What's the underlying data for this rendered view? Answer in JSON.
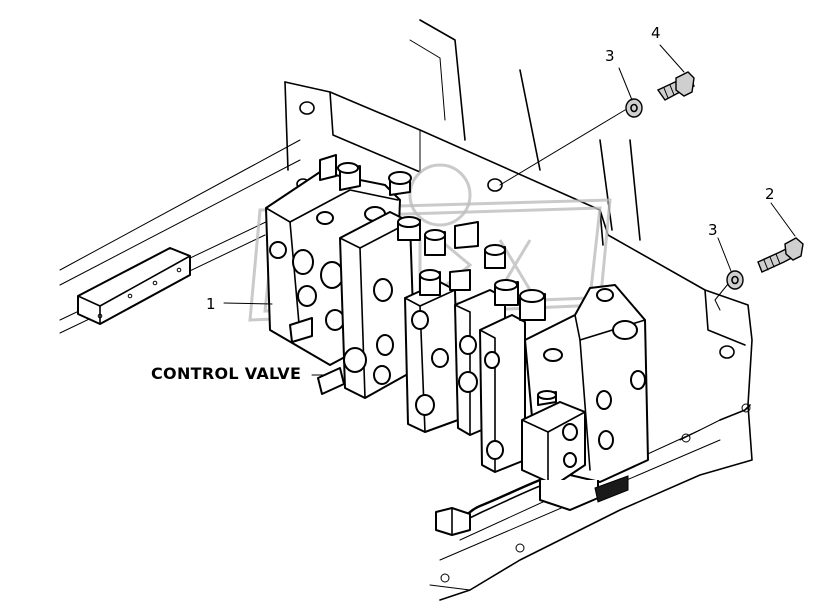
{
  "callouts": [
    {
      "id": "1",
      "label": "1"
    },
    {
      "id": "2",
      "label": "2"
    },
    {
      "id": "3a",
      "label": "3"
    },
    {
      "id": "3b",
      "label": "3"
    },
    {
      "id": "4",
      "label": "4"
    }
  ],
  "assembly_label": "CONTROL VALVE"
}
